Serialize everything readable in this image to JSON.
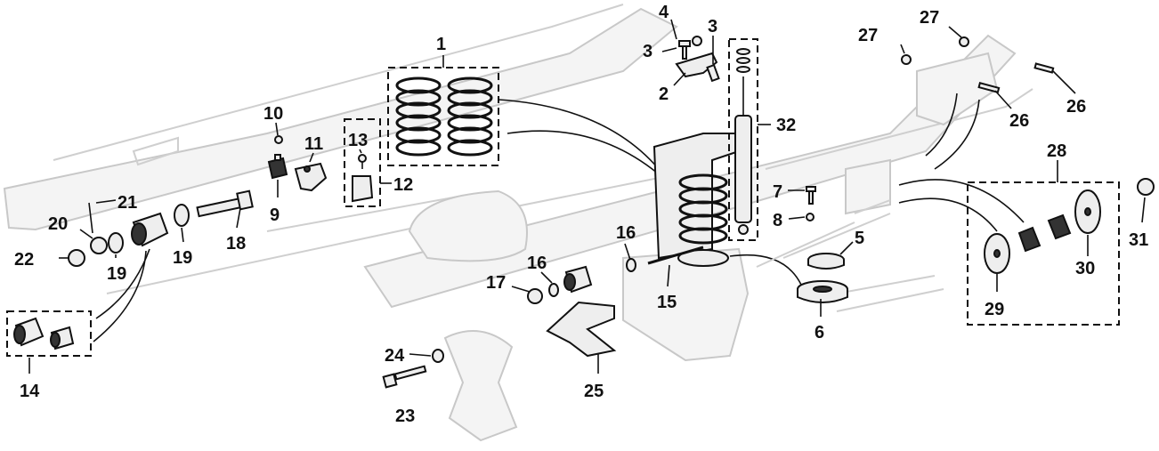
{
  "callouts": {
    "c1": "1",
    "c2": "2",
    "c3a": "3",
    "c3b": "3",
    "c4": "4",
    "c5": "5",
    "c6": "6",
    "c7": "7",
    "c8": "8",
    "c9": "9",
    "c10": "10",
    "c11": "11",
    "c12": "12",
    "c13": "13",
    "c14": "14",
    "c15": "15",
    "c16a": "16",
    "c16b": "16",
    "c17": "17",
    "c18": "18",
    "c19a": "19",
    "c19b": "19",
    "c20": "20",
    "c21": "21",
    "c22": "22",
    "c23": "23",
    "c24": "24",
    "c25": "25",
    "c26a": "26",
    "c26b": "26",
    "c27a": "27",
    "c27b": "27",
    "c28": "28",
    "c29": "29",
    "c30": "30",
    "c31": "31",
    "c32": "32"
  }
}
